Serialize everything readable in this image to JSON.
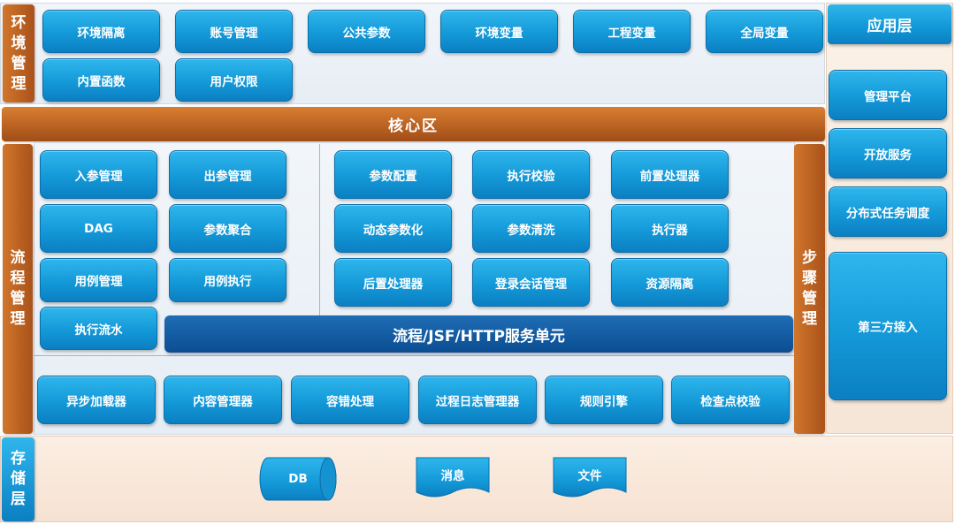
{
  "layers": {
    "env_mgmt": "环境管理",
    "core_zone": "核心区",
    "flow_mgmt": "流程管理",
    "step_mgmt": "步骤管理",
    "storage": "存储层",
    "app_layer": "应用层"
  },
  "env_items": [
    "环境隔离",
    "账号管理",
    "公共参数",
    "环境变量",
    "工程变量",
    "全局变量",
    "内置函数",
    "用户权限"
  ],
  "flow_items": [
    "入参管理",
    "出参管理",
    "DAG",
    "参数聚合",
    "用例管理",
    "用例执行",
    "执行流水"
  ],
  "step_items": [
    "参数配置",
    "执行校验",
    "前置处理器",
    "动态参数化",
    "参数清洗",
    "执行器",
    "后置处理器",
    "登录会话管理",
    "资源隔离"
  ],
  "service_unit": "流程/JSF/HTTP服务单元",
  "bottom_items": [
    "异步加载器",
    "内容管理器",
    "容错处理",
    "过程日志管理器",
    "规则引擎",
    "检查点校验"
  ],
  "storage_items": [
    "DB",
    "消息",
    "文件"
  ],
  "app_items": [
    "管理平台",
    "开放服务",
    "分布式任务调度",
    "第三方接入"
  ]
}
